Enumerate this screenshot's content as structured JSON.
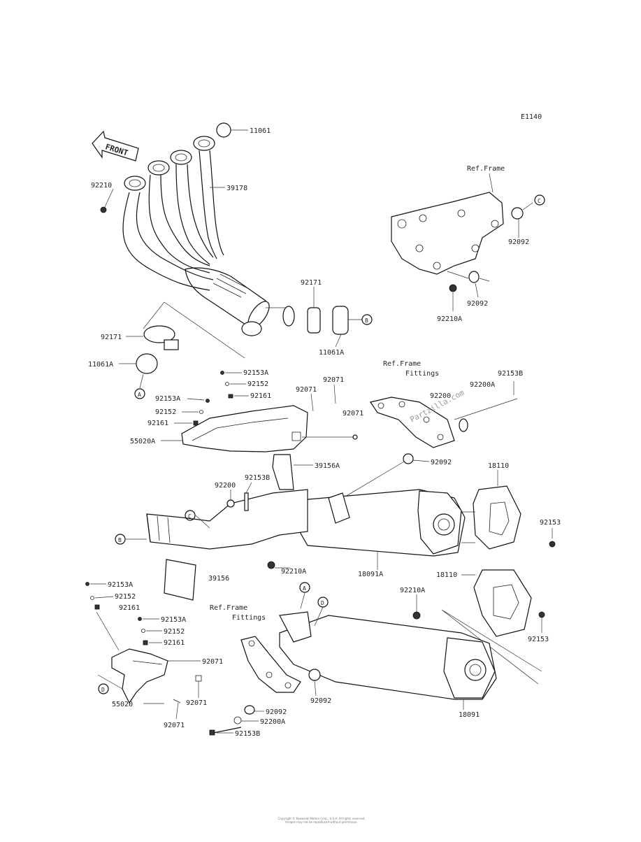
{
  "code": "E1140",
  "front_label": "FRONT",
  "refs": {
    "frame": "Ref.Frame",
    "frame_fittings_1": "Ref.Frame",
    "fittings_1": "Fittings",
    "frame_fittings_2": "Ref.Frame",
    "fittings_2": "Fittings"
  },
  "watermark": "Partzilla.com",
  "parts": {
    "p11061_top": "11061",
    "p39178": "39178",
    "p92210_top": "92210",
    "p92092_r1": "92092",
    "p92092_r2": "92092",
    "p92210a_r": "92210A",
    "p92171_l": "92171",
    "p11061a_l": "11061A",
    "p92171_m": "92171",
    "p11061a_m": "11061A",
    "p92153a_1": "92153A",
    "p92152_1": "92152",
    "p92161_1": "92161",
    "p92153a_2": "92153A",
    "p92152_2": "92152",
    "p92161_2": "92161",
    "p55020a": "55020A",
    "p92071_a": "92071",
    "p92071_b": "92071",
    "p92071_c": "92071",
    "p39156a": "39156A",
    "p92153b_top": "92153B",
    "p92200a_top": "92200A",
    "p92200_top": "92200",
    "p92092_mid": "92092",
    "p18110_1": "18110",
    "p92153_1": "92153",
    "p92153b_mid": "92153B",
    "p92200_mid": "92200",
    "p92210a_mid": "92210A",
    "p18091a": "18091A",
    "p39156": "39156",
    "p18110_2": "18110",
    "p92210a_low": "92210A",
    "p92153_2": "92153",
    "p92153a_3": "92153A",
    "p92152_3": "92152",
    "p92161_3": "92161",
    "p92153a_4": "92153A",
    "p92152_4": "92152",
    "p92161_4": "92161",
    "p92071_d": "92071",
    "p92071_e": "92071",
    "p55020": "55020",
    "p92071_f": "92071",
    "p92092_low": "92092",
    "p92092_low2": "92092",
    "p92200a_low": "92200A",
    "p92153b_low": "92153B",
    "p18091": "18091"
  },
  "callouts": {
    "A1": "A",
    "A2": "A",
    "B1": "B",
    "B2": "B",
    "C1": "C",
    "C2": "C",
    "D1": "D",
    "D2": "D"
  },
  "footer": {
    "line1": "Copyright © Kawasaki Motors Corp., U.S.A. All rights reserved.",
    "line2": "Images may not be reproduced without permission."
  }
}
